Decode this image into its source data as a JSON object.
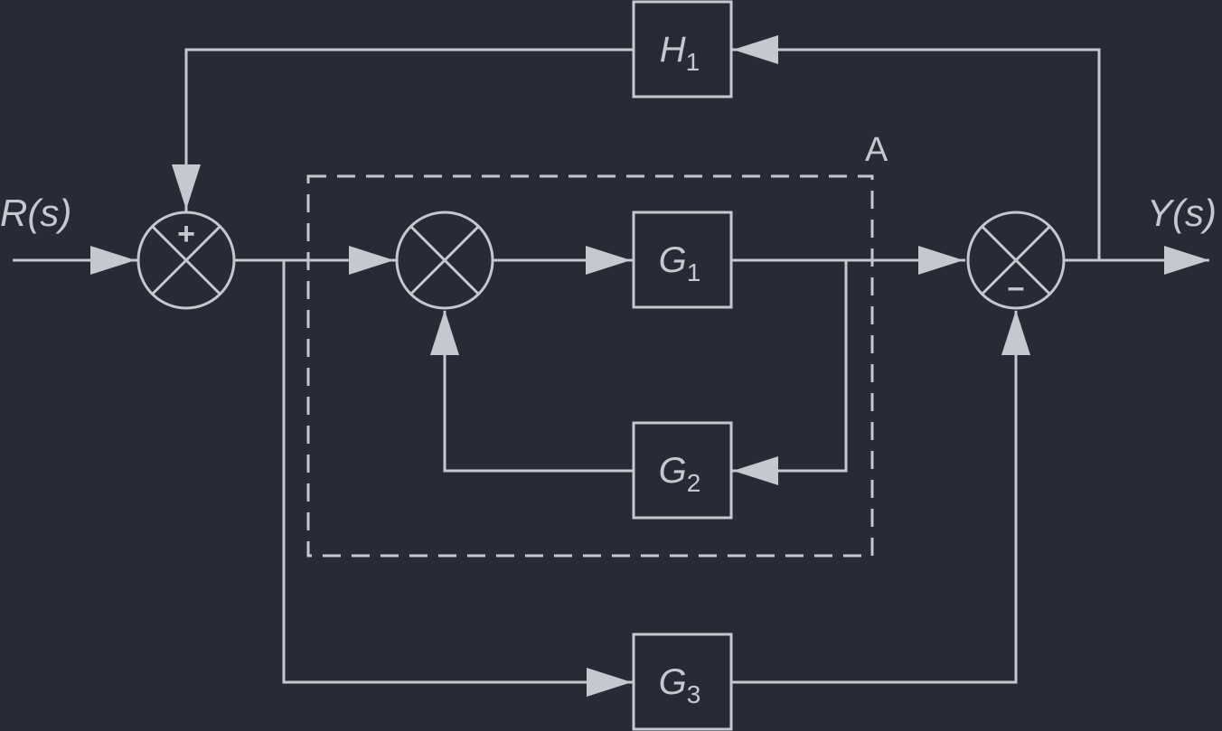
{
  "signals": {
    "input": "R(s)",
    "output": "Y(s)"
  },
  "blocks": {
    "h1": {
      "letter": "H",
      "subscript": "1"
    },
    "g1": {
      "letter": "G",
      "subscript": "1"
    },
    "g2": {
      "letter": "G",
      "subscript": "2"
    },
    "g3": {
      "letter": "G",
      "subscript": "3"
    }
  },
  "summing_junctions": {
    "first": {
      "sign": "+"
    },
    "second": {
      "sign": ""
    },
    "third": {
      "sign": "–"
    }
  },
  "region": {
    "label": "A"
  },
  "colors": {
    "background": "#272b35",
    "foreground": "#c3c8d1"
  }
}
